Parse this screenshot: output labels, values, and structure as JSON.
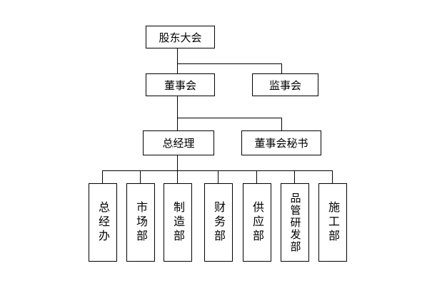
{
  "org_chart": {
    "shareholders_meeting": "股东大会",
    "board_of_directors": "董事会",
    "board_of_supervisors": "监事会",
    "general_manager": "总经理",
    "board_secretary": "董事会秘书",
    "departments": [
      "总经办",
      "市场部",
      "制造部",
      "财务部",
      "供应部",
      "品管研发部",
      "施工部"
    ]
  }
}
